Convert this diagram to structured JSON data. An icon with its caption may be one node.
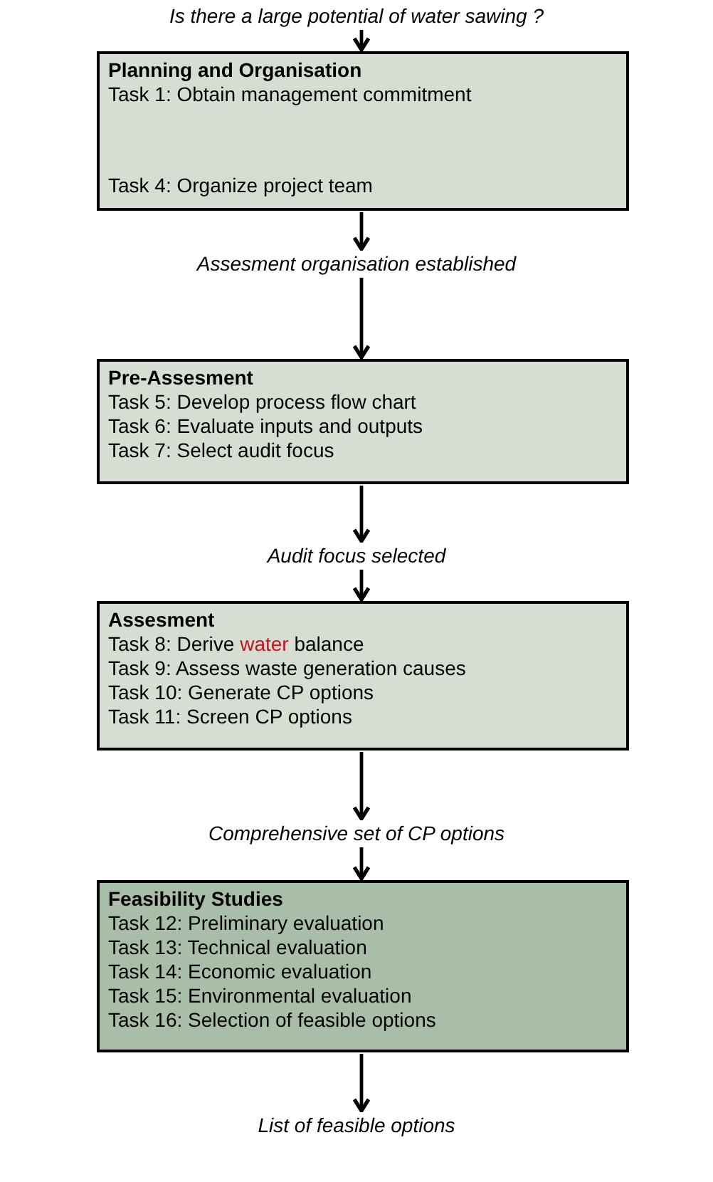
{
  "diagram": {
    "nodes": [
      {
        "text": [
          "Is there a large potential of water sawing ?"
        ]
      },
      {
        "text": [
          "Planning and Organisation",
          "Task 1: Obtain management commitment",
          "Task 4: Organize project team"
        ]
      },
      {
        "text": [
          "Assesment organisation established"
        ]
      },
      {
        "text": [
          "Pre-Assesment",
          "Task 5: Develop process flow chart",
          "Task 6: Evaluate inputs and outputs",
          "Task 7: Select audit focus"
        ]
      },
      {
        "text": [
          "Audit focus selected"
        ]
      },
      {
        "text": [
          "Assesment",
          "Task 8: Derive *water* balance",
          "Task 9: Assess waste generation causes",
          "Task 10: Generate CP options",
          "Task 11: Screen CP options"
        ]
      },
      {
        "text": [
          "Comprehensive set of CP options"
        ]
      },
      {
        "text": [
          "Feasibility Studies",
          "Task 12: Preliminary evaluation",
          "Task 13: Technical evaluation",
          "Task 14: Economic evaluation",
          "Task 15: Environmental evaluation",
          "Task 16: Selection of feasible options"
        ]
      },
      {
        "text": [
          "List of feasible options"
        ]
      }
    ],
    "edges": [
      {
        "from": 0,
        "to": 1,
        "arrow": "to"
      },
      {
        "from": 1,
        "to": 2,
        "arrow": "to"
      },
      {
        "from": 2,
        "to": 3,
        "arrow": "to"
      },
      {
        "from": 3,
        "to": 4,
        "arrow": "to"
      },
      {
        "from": 4,
        "to": 5,
        "arrow": "to"
      },
      {
        "from": 5,
        "to": 6,
        "arrow": "to"
      },
      {
        "from": 6,
        "to": 7,
        "arrow": "to"
      },
      {
        "from": 7,
        "to": 8,
        "arrow": "to"
      }
    ]
  }
}
